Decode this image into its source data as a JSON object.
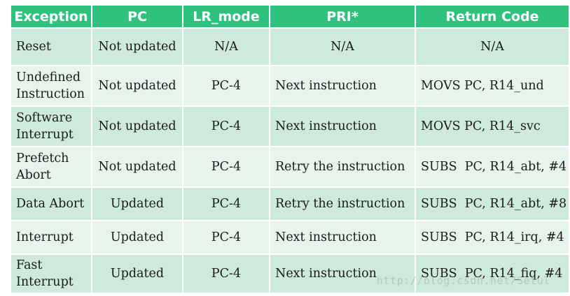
{
  "table": {
    "headers": [
      "Exception",
      "PC",
      "LR_mode",
      "PRI*",
      "Return Code"
    ],
    "rows": [
      [
        "Reset",
        "Not updated",
        "N/A",
        "N/A",
        "N/A"
      ],
      [
        "Undefined Instruction",
        "Not updated",
        "PC-4",
        "Next instruction",
        "MOVS PC, R14_und"
      ],
      [
        "Software Interrupt",
        "Not updated",
        "PC-4",
        "Next instruction",
        "MOVS PC, R14_svc"
      ],
      [
        "Prefetch Abort",
        "Not updated",
        "PC-4",
        "Retry the instruction",
        "SUBS  PC, R14_abt, #4"
      ],
      [
        "Data Abort",
        "Updated",
        "PC-4",
        "Retry the instruction",
        "SUBS  PC, R14_abt, #8"
      ],
      [
        "Interrupt",
        "Updated",
        "PC-4",
        "Next instruction",
        "SUBS  PC, R14_irq, #4"
      ],
      [
        "Fast Interrupt",
        "Updated",
        "PC-4",
        "Next instruction",
        "SUBS  PC, R14_fiq, #4"
      ]
    ]
  },
  "watermark": "http://blog.csdn.net/Setul",
  "colors": {
    "header": "#2ec27e",
    "row_dark": "#cdeadb",
    "row_light": "#e7f4ec"
  }
}
